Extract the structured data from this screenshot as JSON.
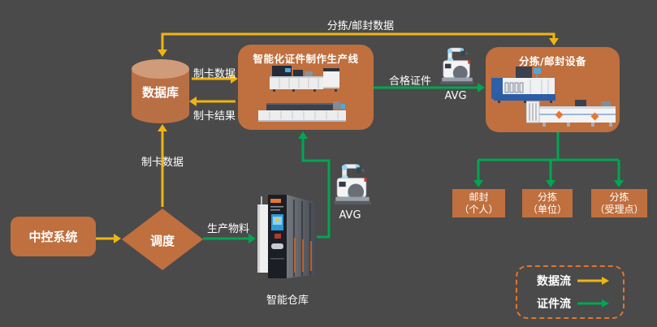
{
  "nodes": {
    "central_control": "中控系统",
    "dispatch": "调度",
    "database": "数据库",
    "production_line": "智能化证件制作生产线",
    "sorting_equipment": "分拣/邮封设备",
    "warehouse": "智能仓库",
    "avg_at_line": "AVG",
    "avg_at_warehouse": "AVG",
    "outputs": [
      {
        "line1": "邮封",
        "line2": "（个人）"
      },
      {
        "line1": "分拣",
        "line2": "（单位）"
      },
      {
        "line1": "分拣",
        "line2": "（受理点）"
      }
    ]
  },
  "edges": {
    "sorting_mail_data": "分拣/邮封数据",
    "card_data_to_production": "制卡数据",
    "card_result": "制卡结果",
    "card_data_from_dispatch": "制卡数据",
    "qualified_certificates": "合格证件",
    "production_material": "生产物料"
  },
  "legend": {
    "data_flow": "数据流",
    "certificate_flow": "证件流"
  },
  "colors": {
    "background": "#4A4A4A",
    "node_orange": "#C06F3E",
    "cylinder_top": "#CF9B79",
    "data_flow_yellow": "#F0B512",
    "certificate_flow_green": "#00A651",
    "legend_border": "#E2762D",
    "text": "#FFFFFF"
  }
}
